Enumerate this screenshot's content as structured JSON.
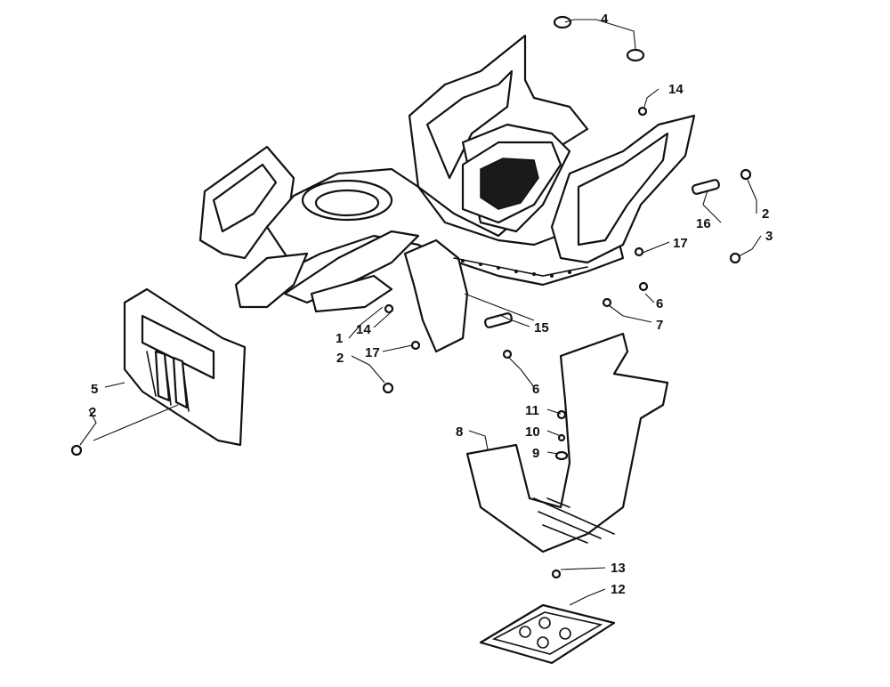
{
  "callouts": {
    "c1": "1",
    "c2a": "2",
    "c2b": "2",
    "c2c": "2",
    "c3": "3",
    "c4": "4",
    "c5": "5",
    "c6a": "6",
    "c6b": "6",
    "c7": "7",
    "c8": "8",
    "c9": "9",
    "c10": "10",
    "c11": "11",
    "c12": "12",
    "c13": "13",
    "c14a": "14",
    "c14b": "14",
    "c15": "15",
    "c16": "16",
    "c17a": "17",
    "c17b": "17"
  }
}
